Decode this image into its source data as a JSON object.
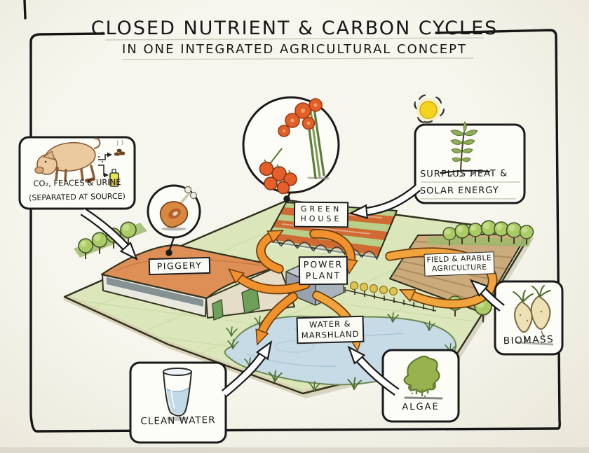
{
  "header": {
    "title": "CLOSED NUTRIENT & CARBON CYCLES",
    "subtitle": "IN ONE INTEGRATED AGRICULTURAL CONCEPT"
  },
  "map_labels": {
    "piggery": "PIGGERY",
    "greenhouse_line1": "GREEN",
    "greenhouse_line2": "HOUSE",
    "power_line1": "POWER",
    "power_line2": "PLANT",
    "water_line1": "WATER &",
    "water_line2": "MARSHLAND",
    "field_line1": "FIELD & ARABLE",
    "field_line2": "AGRICULTURE"
  },
  "callouts": {
    "pig_line1": "CO₂, FEACES & URINE",
    "pig_line2": "(SEPARATED AT SOURCE)",
    "surplus_line1": "SURPLUS HEAT &",
    "surplus_line2": "SOLAR ENERGY",
    "biomass_label": "BIOMASS",
    "algae_label": "ALGAE",
    "clean_water_label": "CLEAN WATER"
  },
  "icons": {
    "pig": "pig-icon",
    "ham": "ham-icon",
    "flowers_tomatoes": "flowers-tomatoes-icon",
    "sun": "sun-icon",
    "plant": "plant-icon",
    "beets": "beets-icon",
    "algae": "algae-icon",
    "water_glass": "water-glass-icon"
  },
  "colors": {
    "arrow_orange": "#f0912d",
    "arrow_yellow": "#f2a43c",
    "land_green": "#dbe7ba",
    "roof_orange": "#dd8f55",
    "water_blue": "#c6dbe6",
    "field_brown": "#cbaa7c",
    "sun_yellow": "#f4d41d",
    "ink": "#1c1c1c"
  }
}
